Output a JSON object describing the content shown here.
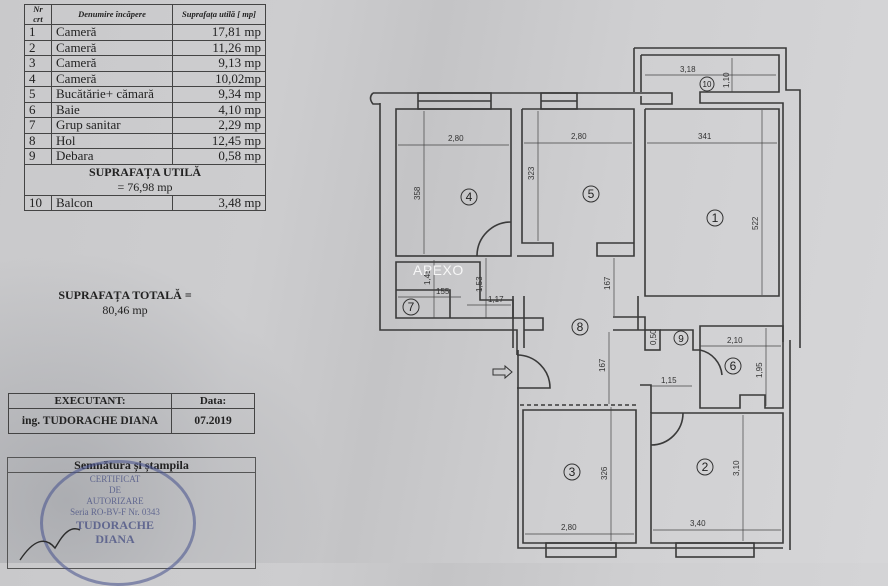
{
  "legend": {
    "headers": {
      "nr": "Nr crt",
      "name": "Denumire încăpere",
      "area": "Suprafața utilă [ mp]"
    },
    "rows": [
      {
        "nr": "1",
        "name": "Cameră",
        "area": "17,81 mp"
      },
      {
        "nr": "2",
        "name": "Cameră",
        "area": "11,26 mp"
      },
      {
        "nr": "3",
        "name": "Cameră",
        "area": "9,13 mp"
      },
      {
        "nr": "4",
        "name": "Cameră",
        "area": "10,02mp"
      },
      {
        "nr": "5",
        "name": "Bucătărie+ cămară",
        "area": "9,34 mp"
      },
      {
        "nr": "6",
        "name": "Baie",
        "area": "4,10 mp"
      },
      {
        "nr": "7",
        "name": "Grup sanitar",
        "area": "2,29 mp"
      },
      {
        "nr": "8",
        "name": "Hol",
        "area": "12,45 mp"
      },
      {
        "nr": "9",
        "name": "Debara",
        "area": "0,58 mp"
      }
    ],
    "usable_label": "SUPRAFAȚA UTILĂ",
    "usable_value": "= 76,98 mp",
    "balcony": {
      "nr": "10",
      "name": "Balcon",
      "area": "3,48 mp"
    }
  },
  "total": {
    "label": "SUPRAFAȚA TOTALĂ =",
    "value": "80,46 mp"
  },
  "executant": {
    "label": "EXECUTANT:",
    "date_label": "Data:",
    "name": "ing. TUDORACHE DIANA",
    "date": "07.2019"
  },
  "signature": {
    "label": "Semnătura și ștampila",
    "stamp_lines": [
      "CERTIFICAT",
      "DE",
      "AUTORIZARE",
      "Seria RO-BV-F Nr. 0343"
    ],
    "stamp_name": [
      "TUDORACHE",
      "DIANA"
    ]
  },
  "watermark": "APEXO",
  "plan": {
    "room_numbers": [
      "1",
      "2",
      "3",
      "4",
      "5",
      "6",
      "7",
      "8",
      "9",
      "10"
    ],
    "dimensions": {
      "r4_w": "2,80",
      "r4_h": "358",
      "r5_w": "2,80",
      "r5_h": "323",
      "r1_w": "341",
      "r1_h": "522",
      "r10_w": "3,18",
      "r10_h": "1,10",
      "r7_w": "155",
      "r7_h": "1,45",
      "r7_h2": "1,53",
      "r7_w2": "1,17",
      "hol_h1": "167",
      "hol_h2": "167",
      "r9": "0,50",
      "r6_w": "2,10",
      "r6_h": "1,95",
      "r2_door": "1,15",
      "r3_w": "2,80",
      "r3_h": "326",
      "r2_w": "3,40",
      "r2_h": "3,10"
    }
  }
}
